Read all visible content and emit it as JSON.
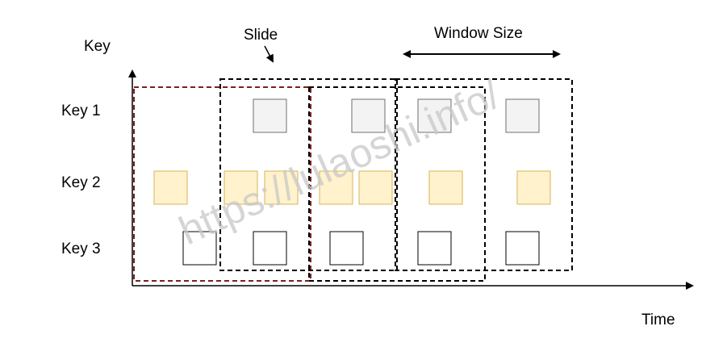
{
  "axis": {
    "y_label": "Key",
    "x_label": "Time"
  },
  "annotations": {
    "slide": "Slide",
    "window_size": "Window Size"
  },
  "rows": [
    {
      "label": "Key 1",
      "fill": "#f3f3f3",
      "stroke": "#6f6f6f"
    },
    {
      "label": "Key 2",
      "fill": "#fff2cc",
      "stroke": "#d6b656"
    },
    {
      "label": "Key 3",
      "fill": "#ffffff",
      "stroke": "#000000"
    }
  ],
  "watermark": "https://lulaoshi.info/",
  "colors": {
    "first_window": "#7a1f1f",
    "windows": "#000000",
    "axis": "#000000"
  }
}
